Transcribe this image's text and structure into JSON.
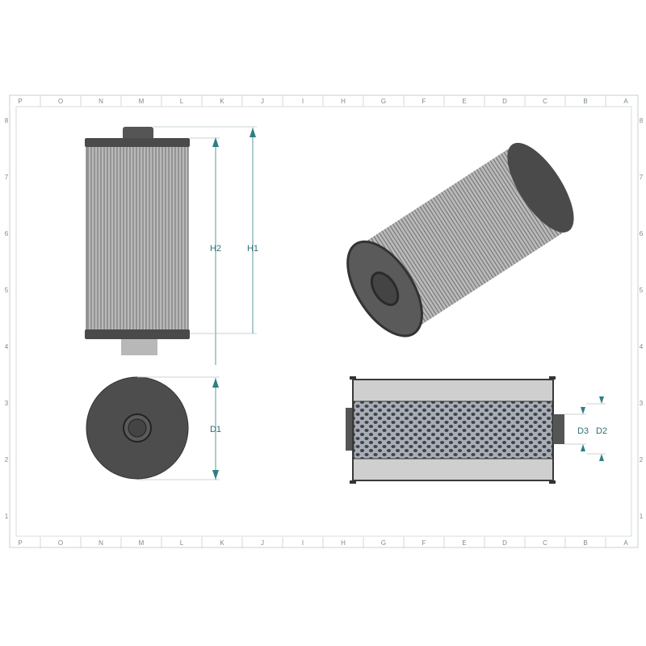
{
  "drawing": {
    "column_labels": [
      "P",
      "O",
      "N",
      "M",
      "L",
      "K",
      "J",
      "I",
      "H",
      "G",
      "F",
      "E",
      "D",
      "C",
      "B",
      "A"
    ],
    "row_labels": [
      "8",
      "7",
      "6",
      "5",
      "4",
      "3",
      "2",
      "1"
    ],
    "dimensions": {
      "h1": "H1",
      "h2": "H2",
      "d1": "D1",
      "d2": "D2",
      "d3": "D3"
    },
    "colors": {
      "dimension": "#2f7f84",
      "body": "#9a9a9a",
      "cap": "#4a4a4a"
    }
  }
}
